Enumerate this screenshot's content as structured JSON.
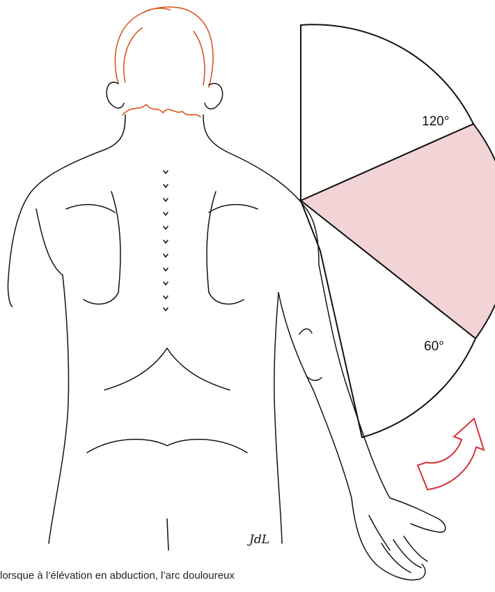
{
  "figure": {
    "angle_labels": [
      "120°",
      "60°"
    ],
    "signature": "JdL",
    "caption": "lorsque à l’élévation en abduction, l’arc douloureux"
  },
  "colors": {
    "pain_sector": "#f2d3d6",
    "arrow_outline": "#d6313a",
    "hair": "#d9531e",
    "line": "#111111"
  },
  "icons": [
    "curved-arrow-icon"
  ]
}
